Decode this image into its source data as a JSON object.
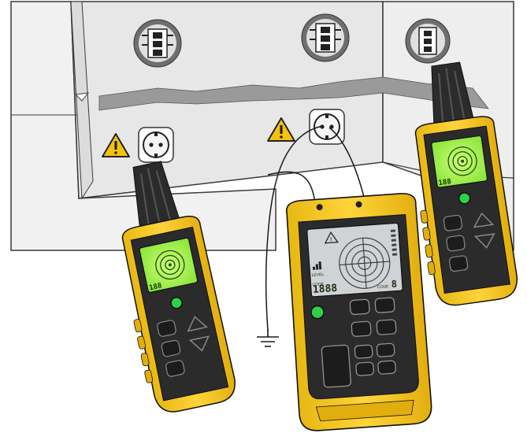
{
  "colors": {
    "wall": "#e9e9ea",
    "wall_outline": "#3a3a3a",
    "cable": "#9a9a9a",
    "device_yellow": "#f5c81a",
    "device_yellow_dark": "#d9a90c",
    "device_black": "#2b2b2b",
    "lcd_green": "#9bf24a",
    "lcd_gray": "#cfd3d6",
    "warning_yellow": "#f4c20d",
    "button_green": "#2fd14a"
  },
  "icons": {
    "warning": "warning-triangle-icon",
    "socket": "wall-socket-icon",
    "junction_box": "junction-box-icon",
    "ground": "ground-symbol-icon"
  },
  "transmitter": {
    "display": {
      "digits": "1888",
      "code_label": "CODE",
      "code_value": "8",
      "level_label": "LEVEL",
      "code_side_label": "CODE"
    }
  },
  "receiver_left": {
    "display": {
      "digits": "188"
    }
  },
  "receiver_right": {
    "display": {
      "digits": "188"
    }
  }
}
